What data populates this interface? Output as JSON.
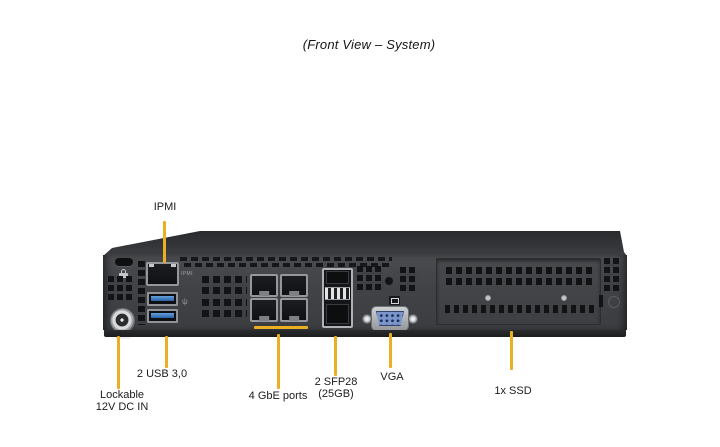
{
  "title": "(Front View – System)",
  "micro_labels": {
    "ipmi_port": "IPMI"
  },
  "icons": {
    "usb_symbol": "ψ"
  },
  "callouts": {
    "ipmi": {
      "label": "IPMI"
    },
    "power": {
      "line1": "Lockable",
      "line2": "12V DC IN"
    },
    "usb": {
      "label": "2 USB 3,0"
    },
    "gbe": {
      "label": "4 GbE ports"
    },
    "sfp": {
      "line1": "2 SFP28",
      "line2": "(25GB)"
    },
    "vga": {
      "label": "VGA"
    },
    "ssd": {
      "label": "1x SSD"
    }
  },
  "colors": {
    "callout_line": "#EBAF24",
    "chassis_face": "#414346",
    "usb_port_blue": "#2F6FB6",
    "vga_connector_blue": "#7B94C9",
    "background": "#FFFFFF"
  }
}
